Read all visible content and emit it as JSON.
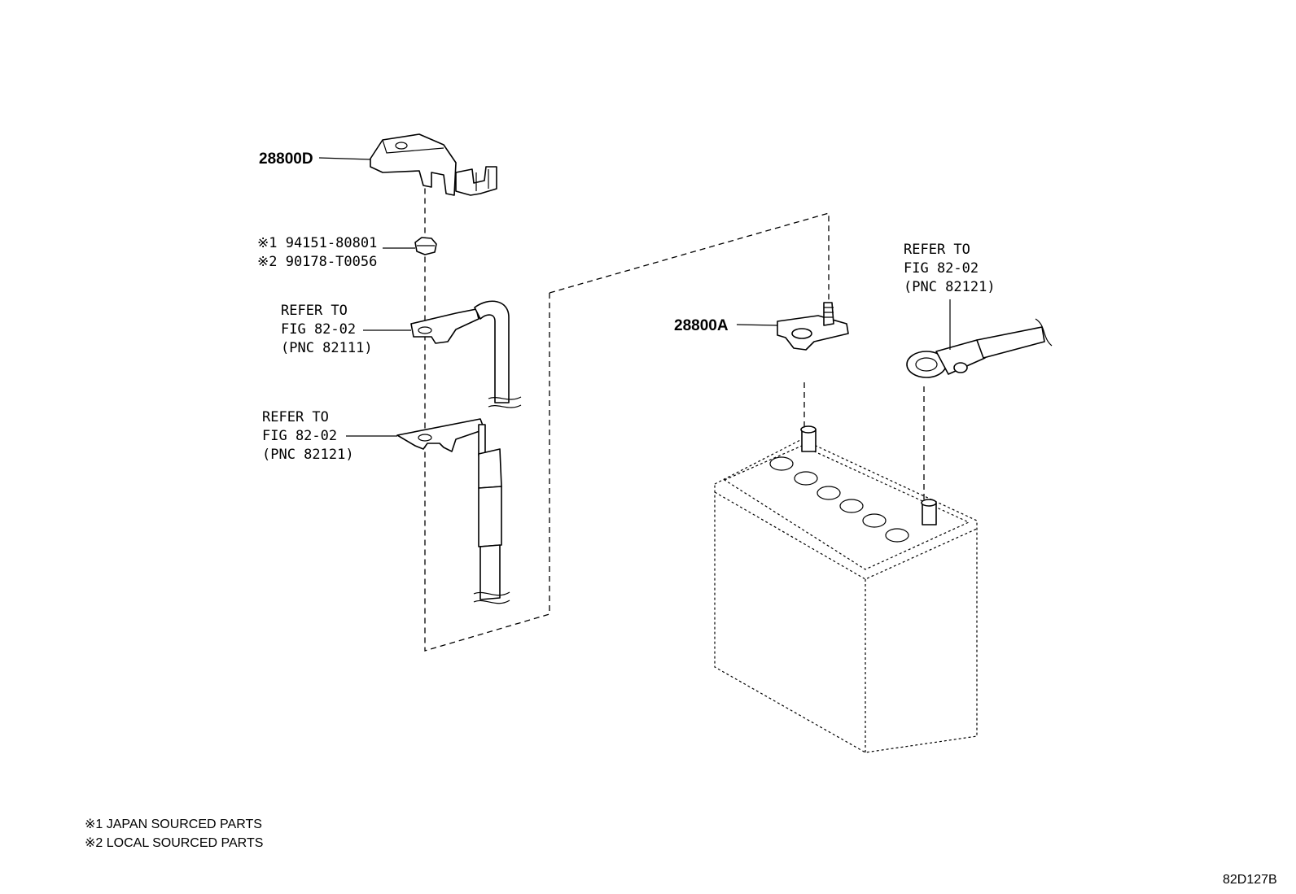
{
  "parts": {
    "cover": {
      "code": "28800D"
    },
    "nut": {
      "line1": "※1 94151-80801",
      "line2": "※2 90178-T0056"
    },
    "ref_upper": {
      "line1": "REFER TO",
      "line2": "FIG 82-02",
      "line3": "(PNC 82111)"
    },
    "ref_lower": {
      "line1": "REFER TO",
      "line2": "FIG 82-02",
      "line3": "(PNC 82121)"
    },
    "clamp": {
      "code": "28800A"
    },
    "ref_right": {
      "line1": "REFER TO",
      "line2": "FIG 82-02",
      "line3": "(PNC 82121)"
    }
  },
  "legend": {
    "note1": "※1 JAPAN SOURCED PARTS",
    "note2": "※2 LOCAL SOURCED PARTS"
  },
  "figure_id": "82D127B"
}
